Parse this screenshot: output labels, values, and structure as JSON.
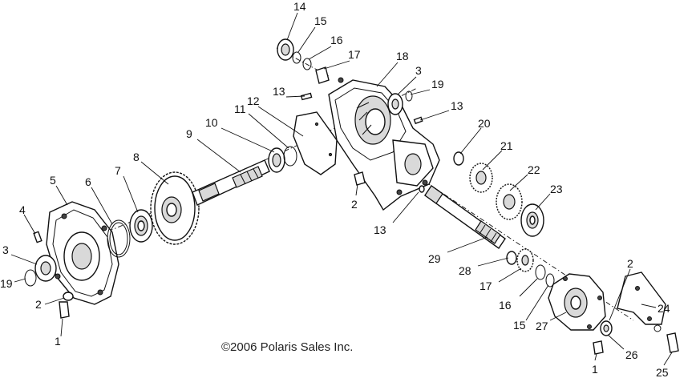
{
  "diagram": {
    "copyright": "©2006 Polaris Sales Inc.",
    "callouts": [
      {
        "id": "c14",
        "text": "14"
      },
      {
        "id": "c15a",
        "text": "15"
      },
      {
        "id": "c16a",
        "text": "16"
      },
      {
        "id": "c17a",
        "text": "17"
      },
      {
        "id": "c18",
        "text": "18"
      },
      {
        "id": "c3a",
        "text": "3"
      },
      {
        "id": "c19a",
        "text": "19"
      },
      {
        "id": "c13a",
        "text": "13"
      },
      {
        "id": "c12",
        "text": "12"
      },
      {
        "id": "c11",
        "text": "11"
      },
      {
        "id": "c10",
        "text": "10"
      },
      {
        "id": "c9",
        "text": "9"
      },
      {
        "id": "c13b",
        "text": "13"
      },
      {
        "id": "c20",
        "text": "20"
      },
      {
        "id": "c21",
        "text": "21"
      },
      {
        "id": "c22",
        "text": "22"
      },
      {
        "id": "c23",
        "text": "23"
      },
      {
        "id": "c2a",
        "text": "2"
      },
      {
        "id": "c13c",
        "text": "13"
      },
      {
        "id": "c8",
        "text": "8"
      },
      {
        "id": "c7",
        "text": "7"
      },
      {
        "id": "c6",
        "text": "6"
      },
      {
        "id": "c5",
        "text": "5"
      },
      {
        "id": "c4",
        "text": "4"
      },
      {
        "id": "c3b",
        "text": "3"
      },
      {
        "id": "c19b",
        "text": "19"
      },
      {
        "id": "c2b",
        "text": "2"
      },
      {
        "id": "c1a",
        "text": "1"
      },
      {
        "id": "c29",
        "text": "29"
      },
      {
        "id": "c28",
        "text": "28"
      },
      {
        "id": "c17b",
        "text": "17"
      },
      {
        "id": "c16b",
        "text": "16"
      },
      {
        "id": "c15b",
        "text": "15"
      },
      {
        "id": "c2c",
        "text": "2"
      },
      {
        "id": "c24",
        "text": "24"
      },
      {
        "id": "c27",
        "text": "27"
      },
      {
        "id": "c26",
        "text": "26"
      },
      {
        "id": "c1b",
        "text": "1"
      },
      {
        "id": "c25",
        "text": "25"
      }
    ]
  }
}
